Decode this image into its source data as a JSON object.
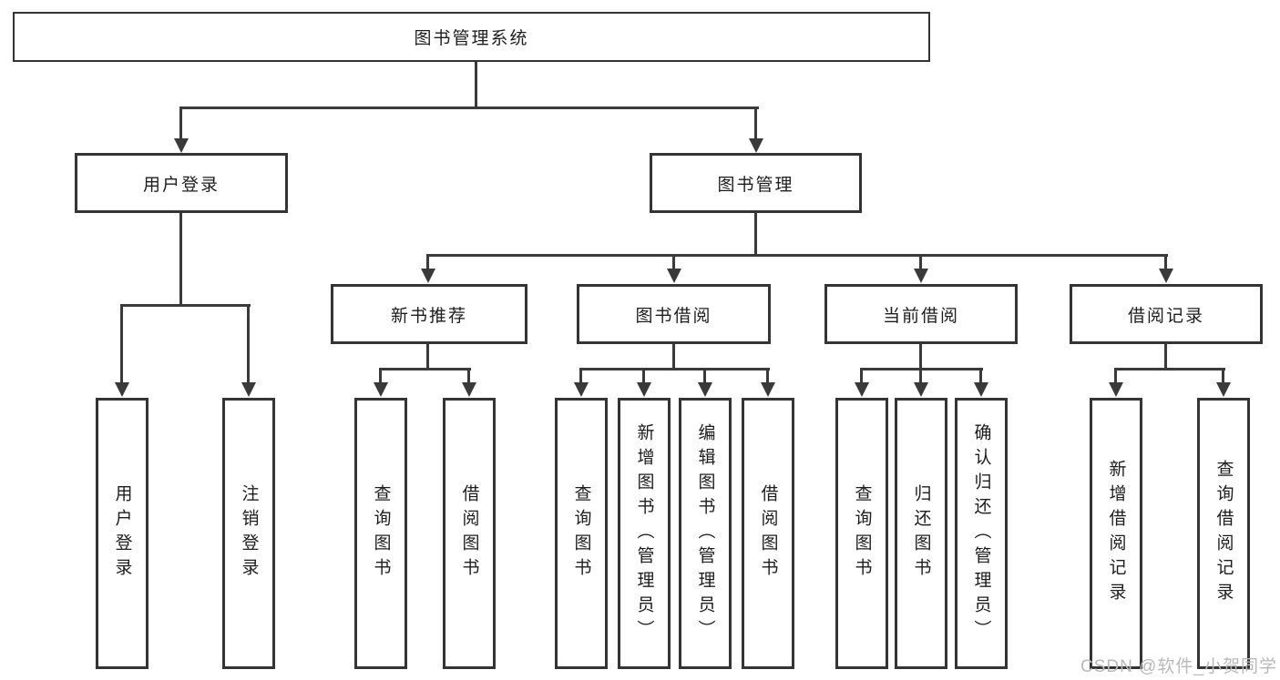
{
  "title": "图书管理系统",
  "watermark": "CSDN @软件_小贺同学",
  "colors": {
    "background": "#ffffff",
    "box_fill": "#ffffff",
    "box_border": "#343434",
    "line": "#3a3a3a",
    "text": "#1d1d1d",
    "watermark_text": "#b9b9b9"
  },
  "chart_data": {
    "type": "tree-diagram",
    "root": "图书管理系统",
    "structure": [
      {
        "label": "用户登录",
        "children": [
          "用户登录",
          "注销登录"
        ]
      },
      {
        "label": "图书管理",
        "children_groups": [
          {
            "label": "新书推荐",
            "children": [
              "查询图书",
              "借阅图书"
            ]
          },
          {
            "label": "图书借阅",
            "children": [
              "查询图书",
              "新增图书（管理员）",
              "编辑图书（管理员）",
              "借阅图书"
            ]
          },
          {
            "label": "当前借阅",
            "children": [
              "查询图书",
              "归还图书",
              "确认归还（管理员）"
            ]
          },
          {
            "label": "借阅记录",
            "children": [
              "新增借阅记录",
              "查询借阅记录"
            ]
          }
        ]
      }
    ]
  },
  "level1": {
    "label": "图书管理系统"
  },
  "level2": [
    {
      "label": "用户登录"
    },
    {
      "label": "图书管理"
    }
  ],
  "level3": [
    {
      "label": "新书推荐"
    },
    {
      "label": "图书借阅"
    },
    {
      "label": "当前借阅"
    },
    {
      "label": "借阅记录"
    }
  ],
  "leaves": [
    {
      "label": "用户登录",
      "parent": "用户登录"
    },
    {
      "label": "注销登录",
      "parent": "用户登录"
    },
    {
      "label": "查询图书",
      "parent": "新书推荐"
    },
    {
      "label": "借阅图书",
      "parent": "新书推荐"
    },
    {
      "label": "查询图书",
      "parent": "图书借阅"
    },
    {
      "label": "新增图书（管理员）",
      "parent": "图书借阅"
    },
    {
      "label": "编辑图书（管理员）",
      "parent": "图书借阅"
    },
    {
      "label": "借阅图书",
      "parent": "图书借阅"
    },
    {
      "label": "查询图书",
      "parent": "当前借阅"
    },
    {
      "label": "归还图书",
      "parent": "当前借阅"
    },
    {
      "label": "确认归还（管理员）",
      "parent": "当前借阅"
    },
    {
      "label": "新增借阅记录",
      "parent": "借阅记录"
    },
    {
      "label": "查询借阅记录",
      "parent": "借阅记录"
    }
  ]
}
